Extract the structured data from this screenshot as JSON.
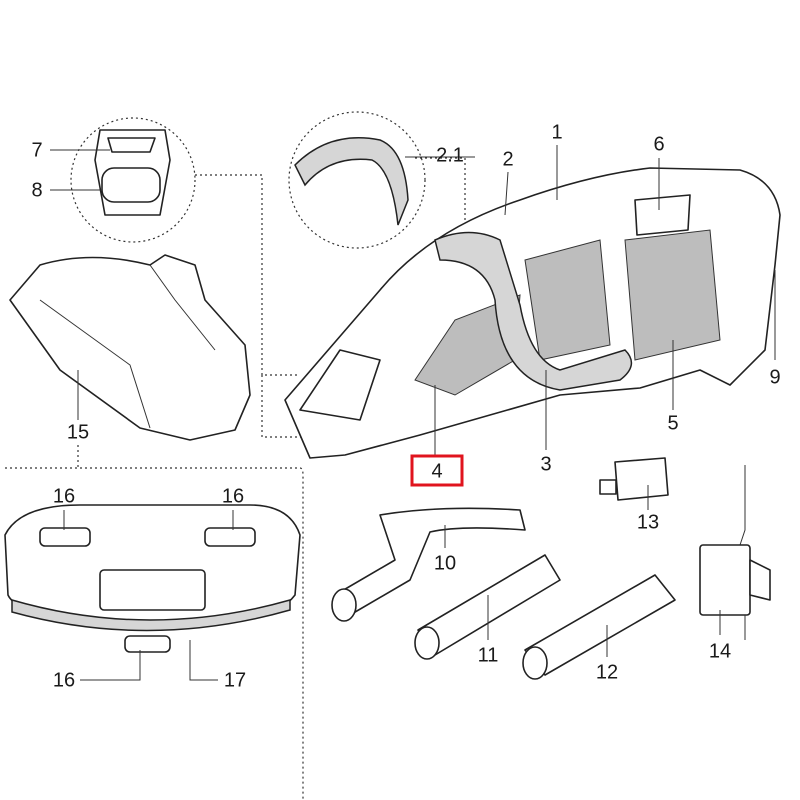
{
  "title": "Handheld vacuum exploded parts diagram",
  "highlight_color": "#e0141e",
  "highlighted_part": "4",
  "labels": {
    "p1": "1",
    "p2": "2",
    "p2_1": "2.1",
    "p3": "3",
    "p4": "4",
    "p5": "5",
    "p6": "6",
    "p7": "7",
    "p8": "8",
    "p9": "9",
    "p10": "10",
    "p11": "11",
    "p12": "12",
    "p13": "13",
    "p14": "14",
    "p15": "15",
    "p16a": "16",
    "p16b": "16",
    "p16c": "16",
    "p17": "17"
  }
}
